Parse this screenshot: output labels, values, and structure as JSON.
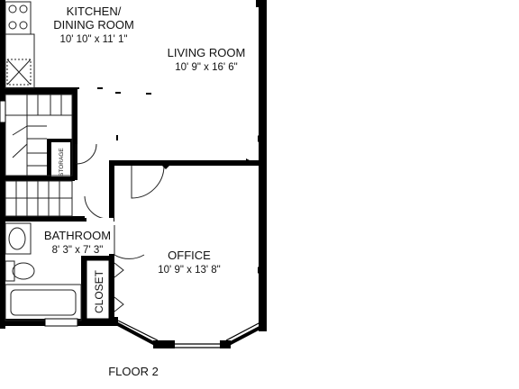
{
  "floor_label": "FLOOR 2",
  "rooms": {
    "kitchen": {
      "name_line1": "KITCHEN/",
      "name_line2": "DINING ROOM",
      "dimensions": "10' 10\" x 11' 1\""
    },
    "living": {
      "name": "LIVING ROOM",
      "dimensions": "10' 9\" x 16' 6\""
    },
    "bathroom": {
      "name": "BATHROOM",
      "dimensions": "8' 3\" x 7' 3\""
    },
    "office": {
      "name": "OFFICE",
      "dimensions": "10' 9\" x 13' 8\""
    },
    "closet": {
      "name": "CLOSET"
    },
    "storage": {
      "name": "STORAGE"
    }
  },
  "colors": {
    "wall": "#000000",
    "fixture": "#222222",
    "background": "#ffffff"
  }
}
